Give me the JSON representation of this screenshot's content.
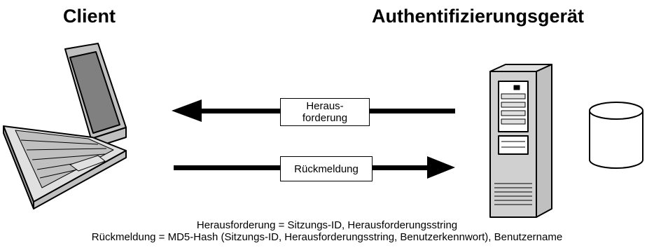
{
  "titles": {
    "client": "Client",
    "device": "Authentifizierungsgerät"
  },
  "arrows": {
    "challenge": {
      "line1": "Heraus-",
      "line2": "forderung",
      "direction": "to-client"
    },
    "response": {
      "label": "Rückmeldung",
      "direction": "to-device"
    }
  },
  "legend": {
    "line1": "Herausforderung = Sitzungs-ID, Herausforderungsstring",
    "line2": "Rückmeldung = MD5-Hash (Sitzungs-ID, Herausforderungsstring, Benutzerkennwort), Benutzername"
  },
  "icons": [
    "laptop-icon",
    "server-icon",
    "database-icon"
  ],
  "colors": {
    "line": "#000000",
    "screen": "#808080",
    "body": "#c0c0c0",
    "background": "#ffffff"
  }
}
